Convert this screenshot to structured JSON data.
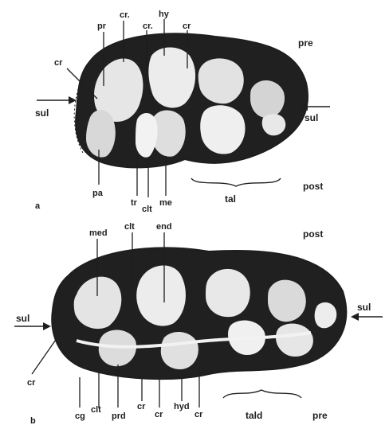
{
  "colors": {
    "ink": "#1e1e1e",
    "paper": "#ffffff",
    "enamel_light": "#f2f2f2",
    "enamel_dark": "#202020"
  },
  "figure_a": {
    "panel_letter": "a",
    "orientation_top": "pre",
    "orientation_bottom": "post",
    "sulcus_left": "sul",
    "sulcus_right": "sul",
    "labels": {
      "pr": "pr",
      "cr_1": "cr.",
      "cr_2": "cr.",
      "hy": "hy",
      "cr_3": "cr",
      "cr_4": "cr",
      "pa": "pa",
      "tr": "tr",
      "clt": "clt",
      "me": "me",
      "tal": "tal"
    }
  },
  "figure_b": {
    "panel_letter": "b",
    "orientation_top": "post",
    "orientation_bottom": "pre",
    "sulcus_left": "sul",
    "sulcus_right": "sul",
    "labels": {
      "med": "med",
      "clt_top": "clt",
      "end": "end",
      "cr_left": "cr",
      "cg": "cg",
      "clt_bottom": "clt",
      "prd": "prd",
      "cr_1": "cr",
      "cr_2": "cr",
      "hyd": "hyd",
      "cr_3": "cr",
      "tald": "tald"
    }
  }
}
